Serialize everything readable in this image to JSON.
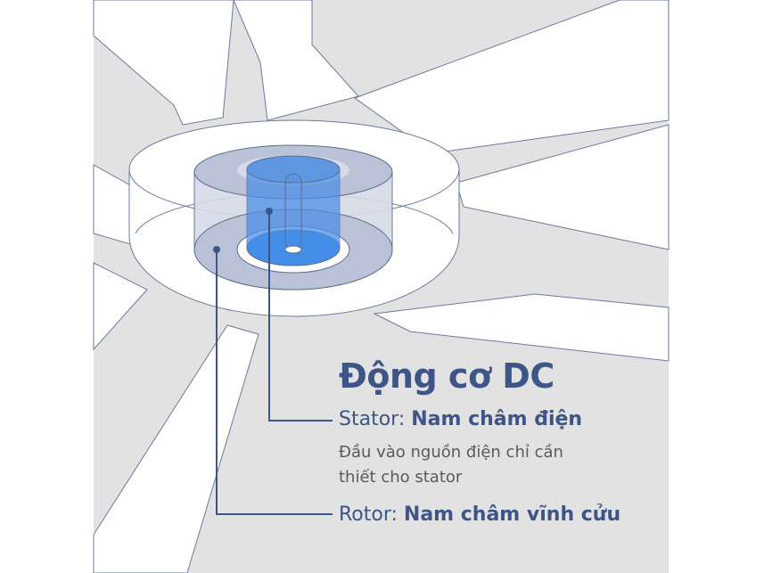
{
  "title": "Động cơ DC",
  "stator": {
    "label": "Stator:",
    "value": "Nam châm điện",
    "description_line1": "Đầu vào nguồn điện chỉ cần",
    "description_line2": "thiết cho stator"
  },
  "rotor": {
    "label": "Rotor:",
    "value": "Nam châm vĩnh cửu"
  },
  "colors": {
    "accent": "#3d5587",
    "background": "#e2e2e2",
    "rotor_blue": "#2f8ff0",
    "stator_gray": "#b9c2d6"
  }
}
